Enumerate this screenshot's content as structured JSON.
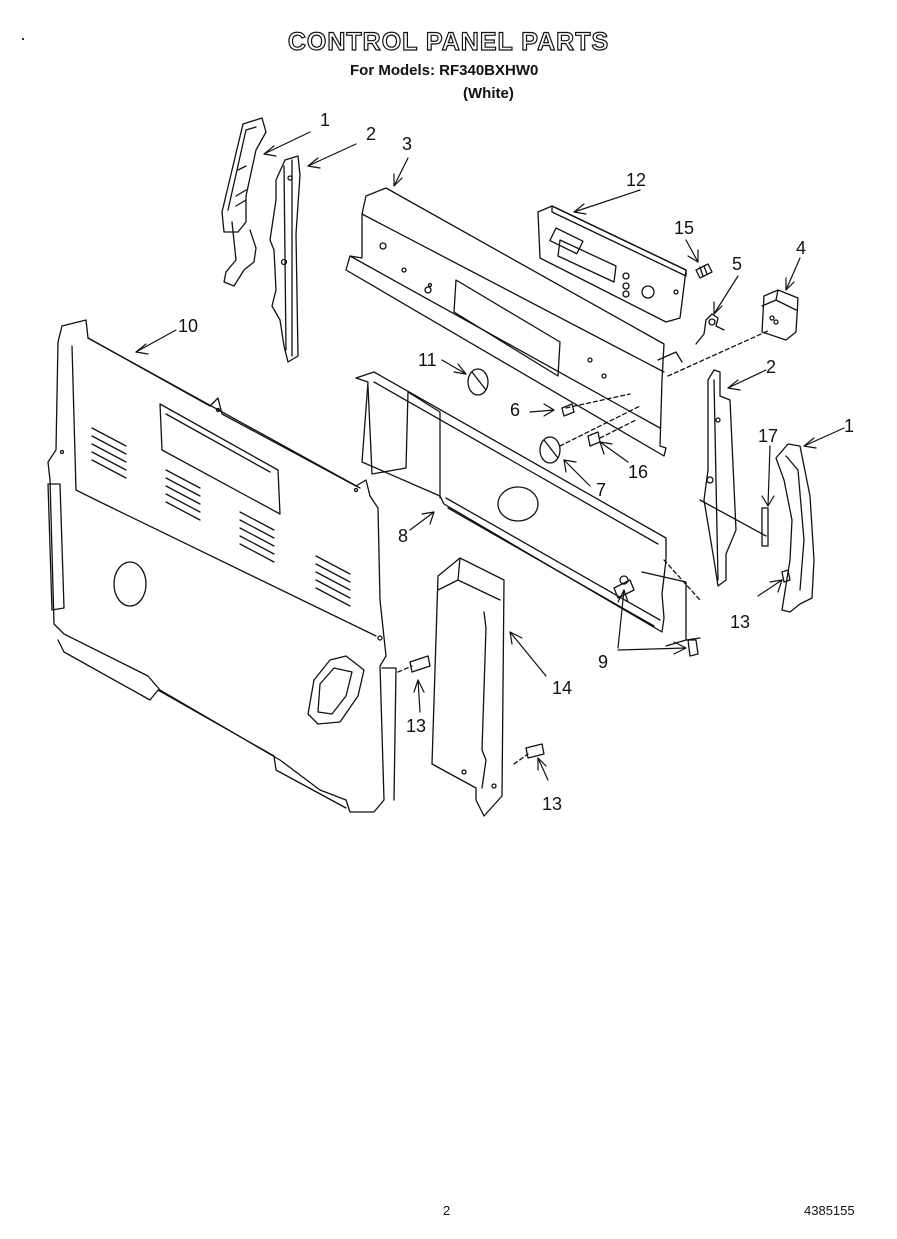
{
  "header": {
    "title": "CONTROL PANEL PARTS",
    "models_line": "For Models: RF340BXHW0",
    "variant": "(White)"
  },
  "footer": {
    "page_number": "2",
    "document_number": "4385155"
  },
  "callouts": [
    "1",
    "2",
    "3",
    "4",
    "5",
    "6",
    "7",
    "8",
    "9",
    "10",
    "11",
    "12",
    "13",
    "14",
    "15",
    "16",
    "17"
  ]
}
